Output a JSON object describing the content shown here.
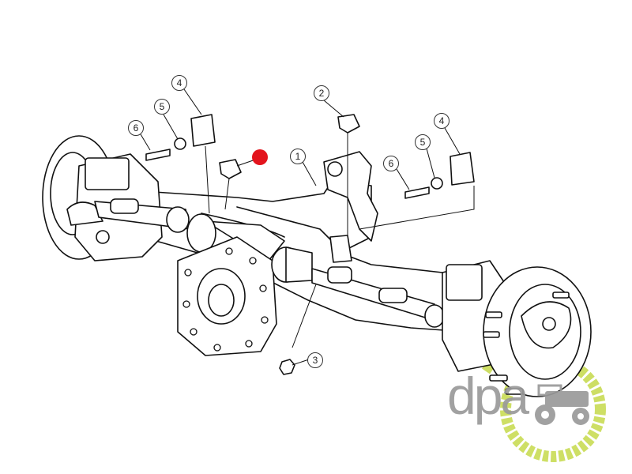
{
  "diagram": {
    "callouts": [
      {
        "label": "4"
      },
      {
        "label": "5"
      },
      {
        "label": "6"
      },
      {
        "label": "2"
      },
      {
        "label": "1"
      },
      {
        "label": "4"
      },
      {
        "label": "5"
      },
      {
        "label": "6"
      },
      {
        "label": "3"
      }
    ],
    "highlight_color": "#e3141d"
  },
  "logo": {
    "text": "dpa",
    "accent_color": "#c5d94a",
    "text_color": "#9a9a9a"
  }
}
